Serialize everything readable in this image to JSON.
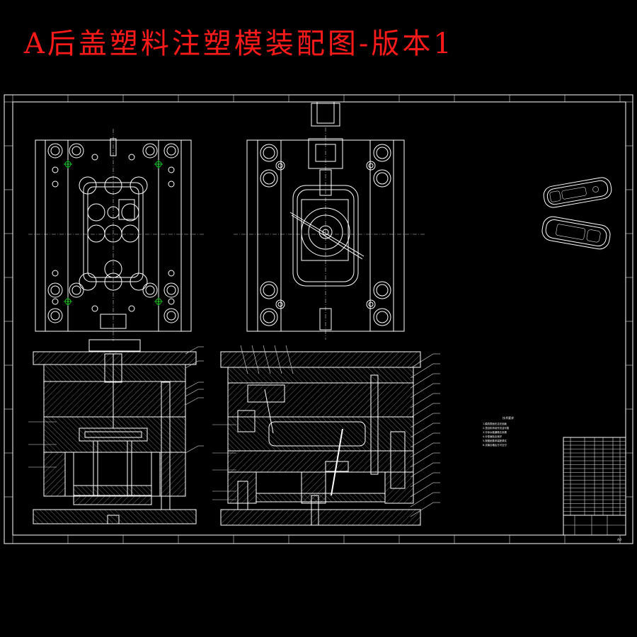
{
  "drawing_title": "A后盖塑料注塑模装配图-版本1",
  "sheet_size": "A0",
  "tech_requirements_heading": "技术要求",
  "tech_requirements": [
    "1.模具表面光洁无划痕",
    "2.顶出机构动作灵活可靠",
    "3.冷却水路通畅无渗漏",
    "4.分型面贴合良好",
    "5.按图纸要求装配调试",
    "6.试模合格后方可交付"
  ],
  "colors": {
    "title": "#ff1a1a",
    "lines": "#ffffff",
    "accent": "#19e619",
    "background": "#000000"
  }
}
